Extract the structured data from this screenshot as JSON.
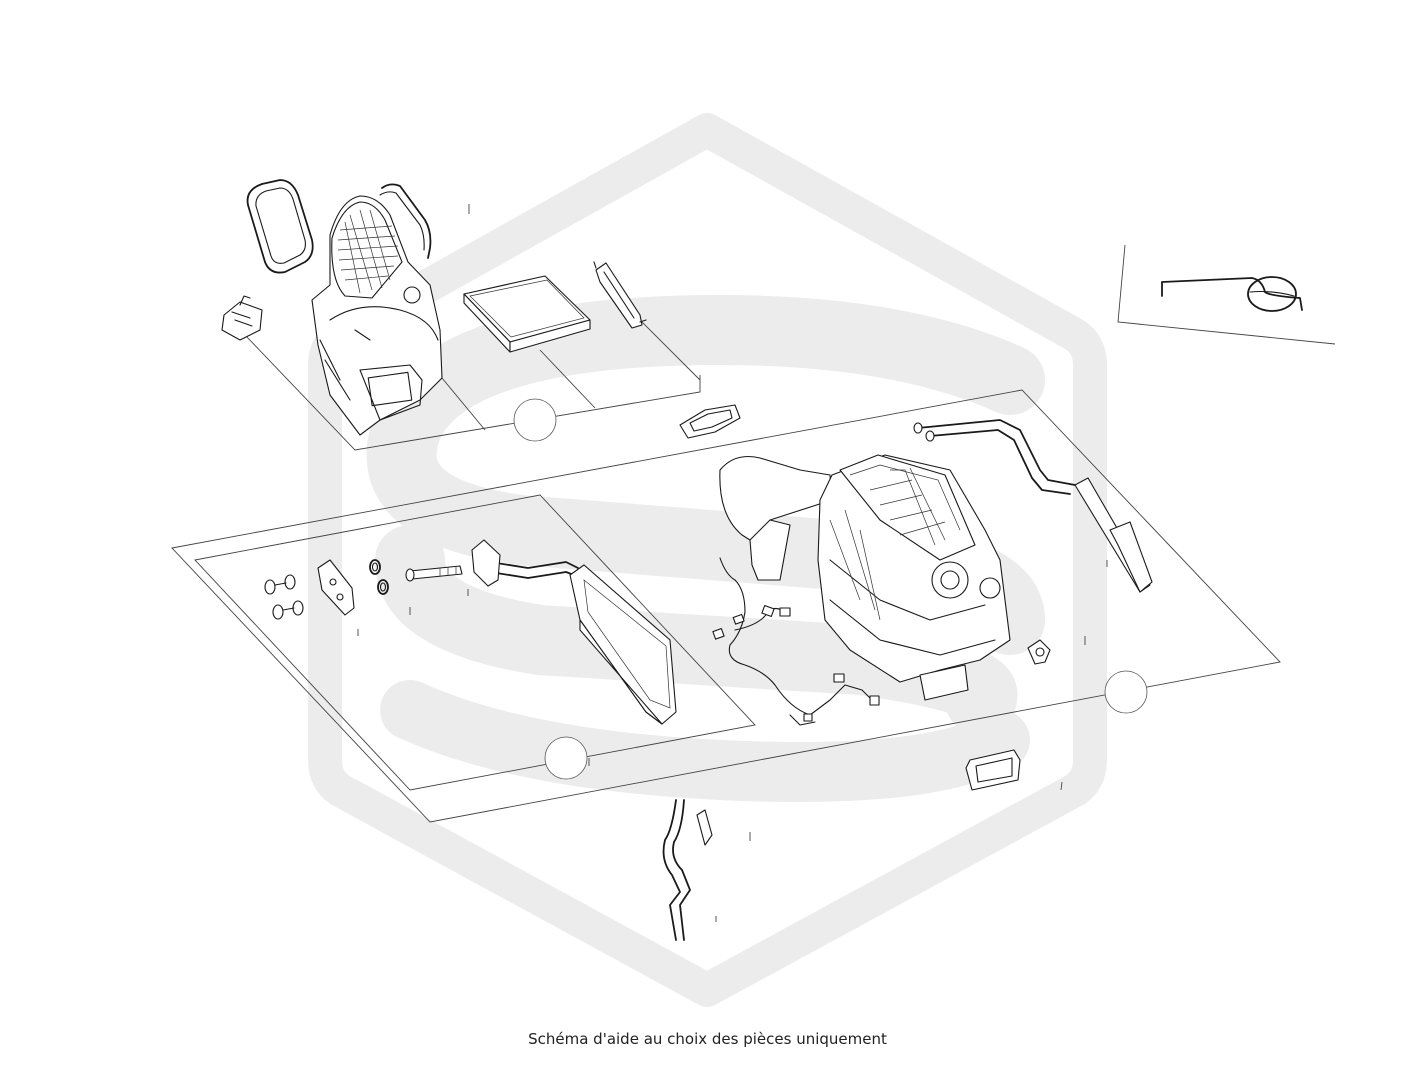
{
  "caption": "Schéma d'aide au choix des pièces uniquement",
  "colors": {
    "line": "#1a1a1a",
    "watermark": "#e9e9e9",
    "background": "#ffffff"
  },
  "watermark": {
    "type": "logo",
    "name": "hexagon-s-logo"
  },
  "parts": [
    "blower-gasket-left",
    "blower-gasket-right",
    "blower-housing",
    "blower-resistor",
    "cabin-filter",
    "filter-bracket",
    "air-duct-adapter-top",
    "heater-core",
    "expansion-valve",
    "o-rings",
    "bolt",
    "clips",
    "hvac-unit",
    "wiring-harness",
    "heater-pipes",
    "temperature-sensor",
    "air-duct-adapter-bottom",
    "drain-hose",
    "hose-clip",
    "inset-clamp"
  ]
}
